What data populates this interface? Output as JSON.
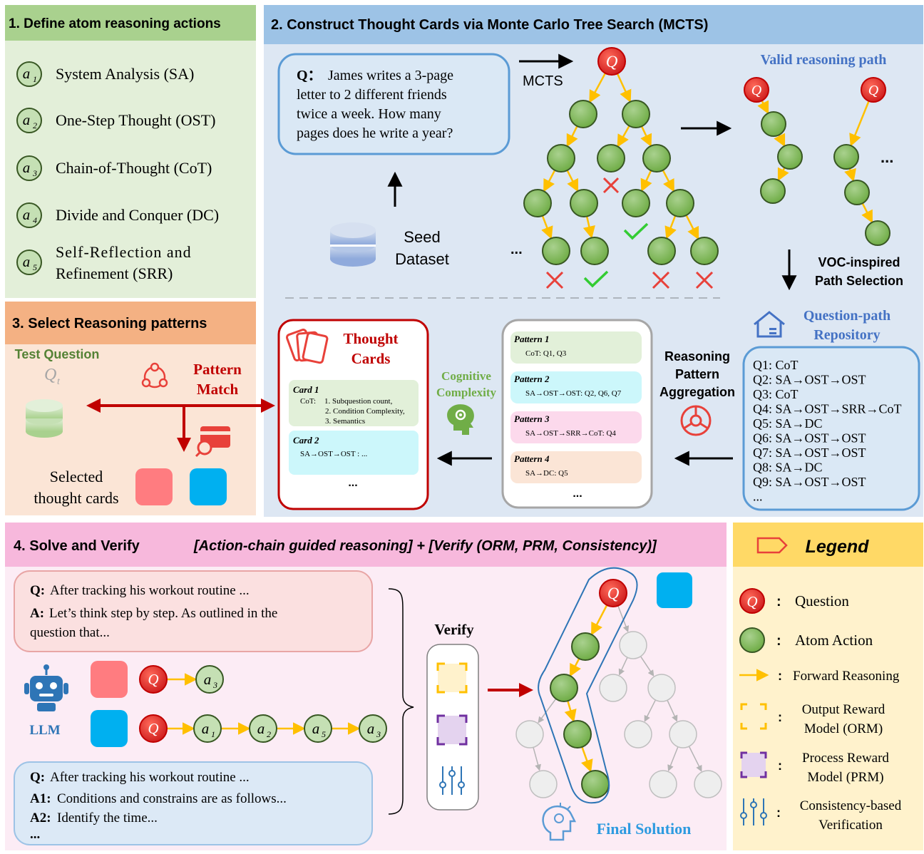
{
  "colors": {
    "green_panel": "#e3efd9",
    "green_header": "#a9d18e",
    "blue_panel": "#dde7f3",
    "blue_header": "#9dc3e6",
    "orange_panel": "#fbe5d6",
    "orange_header": "#f4b183",
    "pink_panel": "#fce4f1",
    "pink_header": "#f7b8dc",
    "legend_panel": "#fff2cc",
    "legend_header": "#ffd966",
    "node_green": "#8dc26f",
    "node_red": "#e8413a",
    "arrow_orange": "#ffc000",
    "card_red": "#ff7c80",
    "card_blue": "#00b0f0",
    "dark_red": "#c00000",
    "blue_title": "#4472c4"
  },
  "panel1": {
    "title": "1. Define atom reasoning actions",
    "actions": [
      {
        "symbol": "a",
        "sub": "1",
        "label": "System Analysis (SA)"
      },
      {
        "symbol": "a",
        "sub": "2",
        "label": "One-Step Thought (OST)"
      },
      {
        "symbol": "a",
        "sub": "3",
        "label": "Chain-of-Thought (CoT)"
      },
      {
        "symbol": "a",
        "sub": "4",
        "label": "Divide and Conquer (DC)"
      },
      {
        "symbol": "a",
        "sub": "5",
        "label_line1": "Self-Reflection and",
        "label_line2": "Refinement (SRR)"
      }
    ]
  },
  "panel2": {
    "title": "2. Construct Thought Cards via Monte Carlo Tree Search (MCTS)",
    "question_prefix": "Q：",
    "question_lines": [
      "James writes a 3-page",
      "letter to 2 different friends",
      "twice a week.  How many",
      "pages does he write a year?"
    ],
    "mcts_label": "MCTS",
    "seed_line1": "Seed",
    "seed_line2": "Dataset",
    "ellipsis": "...",
    "node_q": "Q",
    "valid_path_title": "Valid reasoning path",
    "voc_line1": "VOC-inspired",
    "voc_line2": "Path Selection",
    "repo_title_line1": "Question-path",
    "repo_title_line2": "Repository",
    "repo_entries": [
      "Q1: CoT",
      "Q2: SA→OST→OST",
      "Q3: CoT",
      "Q4: SA→OST→SRR→CoT",
      "Q5: SA→DC",
      "Q6: SA→OST→OST",
      "Q7: SA→OST→OST",
      "Q8: SA→DC",
      "Q9: SA→OST→OST",
      "..."
    ],
    "aggregation_line1": "Reasoning",
    "aggregation_line2": "Pattern",
    "aggregation_line3": "Aggregation",
    "patterns": [
      {
        "name": "Pattern 1",
        "text": "CoT: Q1, Q3",
        "fill": "#e2f0d9"
      },
      {
        "name": "Pattern 2",
        "text": "SA→OST→OST:  Q2, Q6, Q7",
        "fill": "#ccf7fb"
      },
      {
        "name": "Pattern 3",
        "text": "SA→OST→SRR→CoT:  Q4",
        "fill": "#fcd9ec"
      },
      {
        "name": "Pattern 4",
        "text": "SA→DC: Q5",
        "fill": "#fbe5d6"
      }
    ],
    "cognitive_line1": "Cognitive",
    "cognitive_line2": "Complexity",
    "cards_title_line1": "Thought",
    "cards_title_line2": "Cards",
    "card1_name": "Card 1",
    "card1_prefix": "CoT:",
    "card1_items": [
      "1.  Subquestion count,",
      "2. Condition Complexity,",
      "3. Semantics"
    ],
    "card2_name": "Card 2",
    "card2_text": "SA→OST→OST :  ..."
  },
  "panel3": {
    "title": "3. Select Reasoning patterns",
    "test_question": "Test Question",
    "qt_symbol": "Q",
    "qt_sub": "t",
    "pattern_match_line1": "Pattern",
    "pattern_match_line2": "Match",
    "selected_line1": "Selected",
    "selected_line2": "thought cards"
  },
  "panel4": {
    "title": "4. Solve and Verify",
    "subtitle": "[Action-chain guided reasoning] + [Verify (ORM, PRM, Consistency)]",
    "top_q_label": "Q:",
    "top_q_text": "After tracking his workout routine ...",
    "top_a_label": "A:",
    "top_a_line1": "Let’s think step by step. As outlined in the",
    "top_a_line2": "question that...",
    "llm_label": "LLM",
    "chain1": [
      {
        "s": "Q",
        "sub": ""
      },
      {
        "s": "a",
        "sub": "3"
      }
    ],
    "chain2": [
      {
        "s": "Q",
        "sub": ""
      },
      {
        "s": "a",
        "sub": "1"
      },
      {
        "s": "a",
        "sub": "2"
      },
      {
        "s": "a",
        "sub": "5"
      },
      {
        "s": "a",
        "sub": "3"
      }
    ],
    "bot_q_label": "Q:",
    "bot_q_text": "After tracking his workout routine ...",
    "bot_a1_label": "A1:",
    "bot_a1_text": "Conditions and constrains are as follows...",
    "bot_a2_label": "A2:",
    "bot_a2_text": "Identify the time...",
    "bot_ellipsis": "...",
    "verify_label": "Verify",
    "final_solution": "Final Solution"
  },
  "legend": {
    "title": "Legend",
    "items": [
      {
        "icon": "question-node",
        "line1": "Question"
      },
      {
        "icon": "atom-node",
        "line1": "Atom Action"
      },
      {
        "icon": "forward-arrow",
        "line1": "Forward Reasoning"
      },
      {
        "icon": "orm-box",
        "line1": "Output Reward",
        "line2": "Model (ORM)"
      },
      {
        "icon": "prm-box",
        "line1": "Process Reward",
        "line2": "Model (PRM)"
      },
      {
        "icon": "consistency-sliders",
        "line1": "Consistency-based",
        "line2": "Verification"
      }
    ],
    "colon": ":"
  }
}
